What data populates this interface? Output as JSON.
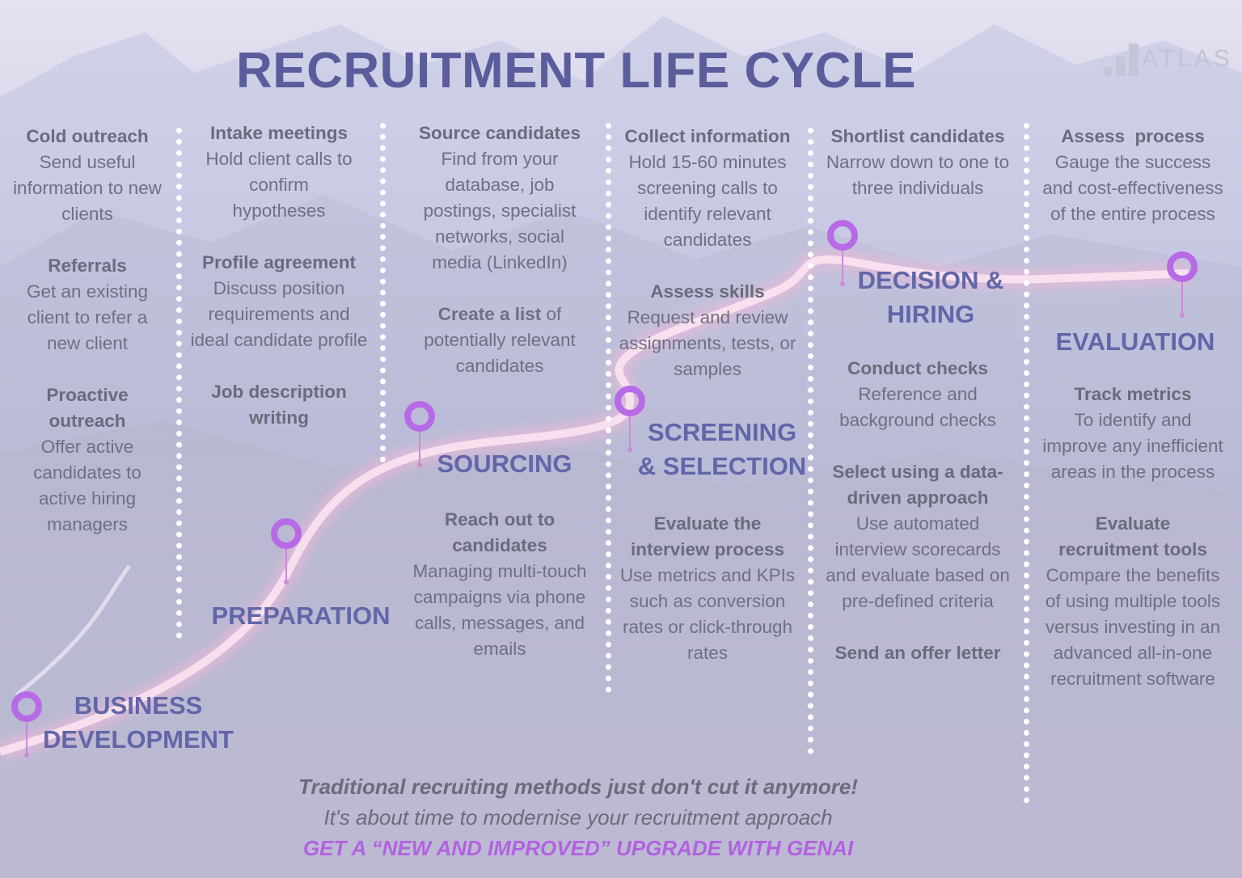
{
  "title": "RECRUITMENT LIFE CYCLE",
  "logo": {
    "text": "ATLAS",
    "icon": "bar-chart-logo-icon"
  },
  "columns": {
    "business_development": [
      {
        "heading": "Cold outreach",
        "body": "Send useful information to new clients"
      },
      {
        "heading": "Referrals",
        "body": "Get an existing client to refer a new client"
      },
      {
        "heading": "Proactive outreach",
        "body": "Offer active candidates to active hiring managers"
      }
    ],
    "preparation": [
      {
        "heading": "Intake meetings",
        "body": "Hold client calls to confirm hypotheses"
      },
      {
        "heading": "Profile agreement",
        "body": "Discuss position requirements and ideal candidate profile"
      },
      {
        "heading": "Job description writing",
        "body": ""
      }
    ],
    "sourcing_top": [
      {
        "heading": "Source candidates",
        "body": "Find from your database, job postings, specialist networks, social media (LinkedIn)"
      }
    ],
    "sourcing_list": {
      "bold": "Create a list",
      "rest": "of potentially relevant candidates"
    },
    "sourcing_bottom": [
      {
        "heading": "Reach out to candidates",
        "body": "Managing multi-touch campaigns via phone calls, messages, and emails"
      }
    ],
    "screening_top": [
      {
        "heading": "Collect information",
        "body": "Hold 15-60 minutes screening calls to identify relevant candidates"
      },
      {
        "heading": "Assess skills",
        "body": "Request and review assignments, tests, or samples"
      }
    ],
    "screening_bottom": [
      {
        "heading": "Evaluate the interview process",
        "body": "Use metrics and KPIs such as conversion rates or click-through rates"
      }
    ],
    "decision_top": [
      {
        "heading": "Shortlist candidates",
        "body": "Narrow down to one to three individuals"
      }
    ],
    "decision_bottom": [
      {
        "heading": "Conduct checks",
        "body": "Reference and background checks"
      },
      {
        "heading": "Select using a data-driven approach",
        "body": "Use automated interview scorecards and evaluate based on pre-defined criteria"
      },
      {
        "heading": "Send an offer letter",
        "body": ""
      }
    ],
    "evaluation_top": [
      {
        "heading": "Assess  process",
        "body": "Gauge the success and cost-effectiveness of the entire process"
      }
    ],
    "evaluation_bottom": [
      {
        "heading": "Track metrics",
        "body": "To identify and improve any inefficient areas in the process"
      },
      {
        "heading": "Evaluate recruitment tools",
        "body": "Compare the benefits of using multiple tools versus investing in an advanced all-in-one recruitment software"
      }
    ]
  },
  "stages": {
    "business_development": [
      "BUSINESS",
      "DEVELOPMENT"
    ],
    "preparation": [
      "PREPARATION"
    ],
    "sourcing": [
      "SOURCING"
    ],
    "screening": [
      "SCREENING",
      "& SELECTION"
    ],
    "decision": [
      "DECISION &",
      "HIRING"
    ],
    "evaluation": [
      "EVALUATION"
    ]
  },
  "footer": {
    "line1": "Traditional recruiting methods just don't cut it anymore!",
    "line2": "It's about time to modernise your recruitment approach",
    "line3": "GET A “NEW AND IMPROVED” UPGRADE WITH GENAI"
  },
  "colors": {
    "title": "#5b5c9c",
    "stage": "#6266a8",
    "cta": "#b262e0",
    "pin": "#b76ae6",
    "road_glow": "#f4d6ea"
  }
}
